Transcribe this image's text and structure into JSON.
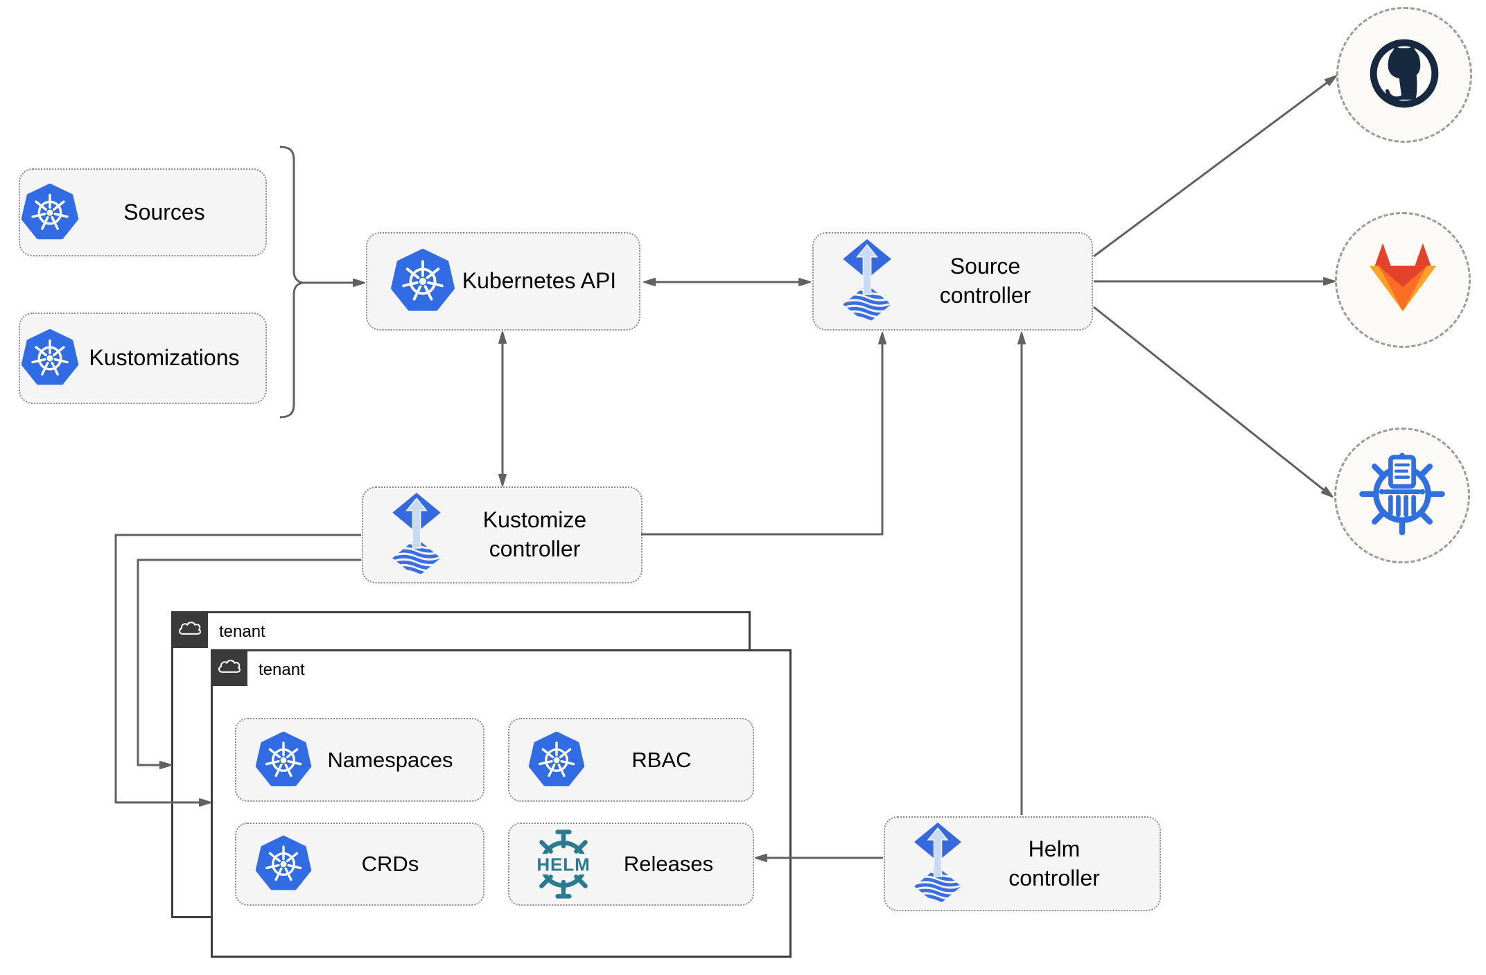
{
  "nodes": {
    "sources": {
      "label": "Sources",
      "icon": "kubernetes-icon"
    },
    "kustomizations": {
      "label": "Kustomizations",
      "icon": "kubernetes-icon"
    },
    "kubernetes_api": {
      "label": "Kubernetes API",
      "icon": "kubernetes-icon"
    },
    "source_controller": {
      "label_line1": "Source",
      "label_line2": "controller",
      "icon": "flux-icon"
    },
    "kustomize_controller": {
      "label_line1": "Kustomize",
      "label_line2": "controller",
      "icon": "flux-icon"
    },
    "helm_controller": {
      "label_line1": "Helm",
      "label_line2": "controller",
      "icon": "flux-icon"
    },
    "tenant_back": {
      "label": "tenant",
      "icon": "cloud-icon"
    },
    "tenant_front": {
      "label": "tenant",
      "icon": "cloud-icon"
    },
    "namespaces": {
      "label": "Namespaces",
      "icon": "kubernetes-icon"
    },
    "rbac": {
      "label": "RBAC",
      "icon": "kubernetes-icon"
    },
    "crds": {
      "label": "CRDs",
      "icon": "kubernetes-icon"
    },
    "releases": {
      "label": "Releases",
      "icon": "helm-icon",
      "icon_text": "HELM"
    }
  },
  "endpoints": [
    {
      "name": "github",
      "icon": "github-icon"
    },
    {
      "name": "gitlab",
      "icon": "gitlab-icon"
    },
    {
      "name": "chartmuseum",
      "icon": "chartmuseum-icon"
    }
  ],
  "colors": {
    "line": "#616161",
    "kubernetes_blue": "#326ce5",
    "flux_blue": "#356ade",
    "flux_arrow_light": "#c9d9f6",
    "helm_teal": "#2a7b8f",
    "chartmuseum_blue": "#2f6fe0",
    "github_dark": "#16293e",
    "gitlab_orange_dark": "#e24329",
    "gitlab_orange": "#fc6d26",
    "gitlab_orange_light": "#fca326",
    "node_fill": "#f5f5f5",
    "tenant_tab_bg": "#3a3a3a",
    "dotted_border": "#8a8a8a"
  }
}
